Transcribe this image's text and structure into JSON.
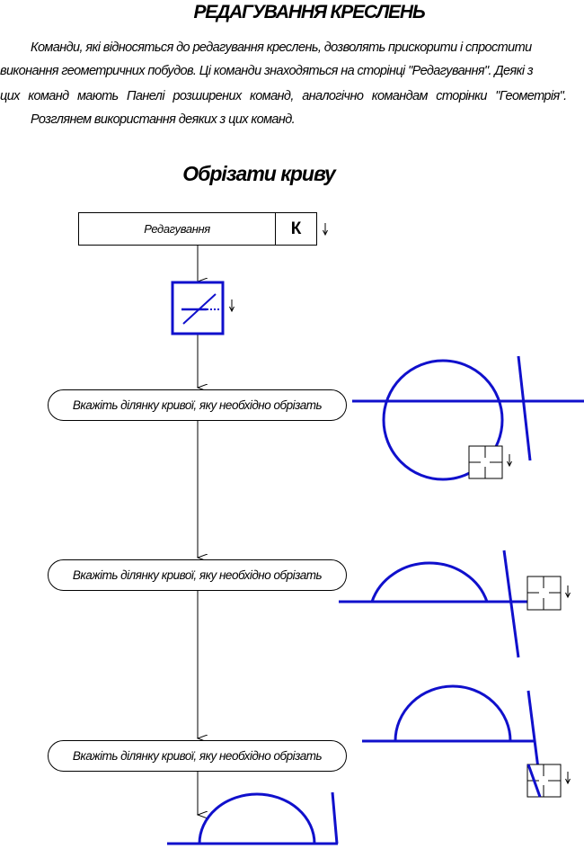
{
  "heading": "РЕДАГУВАННЯ КРЕСЛЕНЬ",
  "intro": {
    "line1": "Команди, які  відносяться до редагування креслень, дозволять прискорити і спростити",
    "line2": "виконання геометричних побудов. Ці команди знаходяться на сторінці \"Редагування\". Деякі з",
    "line3": "цих  команд  мають  Панелі розширених команд, аналогічно командам сторінки  \"Геометрія\".",
    "line4": "Розглянем використання деяких з цих команд."
  },
  "section_title": "Обрізати криву",
  "command_page": {
    "label": "Редагування",
    "key": "К"
  },
  "tool_icon": "trim-curve-icon",
  "prompts": [
    "Вкажіть ділянку кривої, яку необхідно обрізать",
    "Вкажіть ділянку кривої, яку необхідно обрізать",
    "Вкажіть ділянку кривої, яку необхідно обрізать"
  ],
  "colors": {
    "drawing": "#1010cc",
    "text": "#000000",
    "background": "#ffffff"
  }
}
